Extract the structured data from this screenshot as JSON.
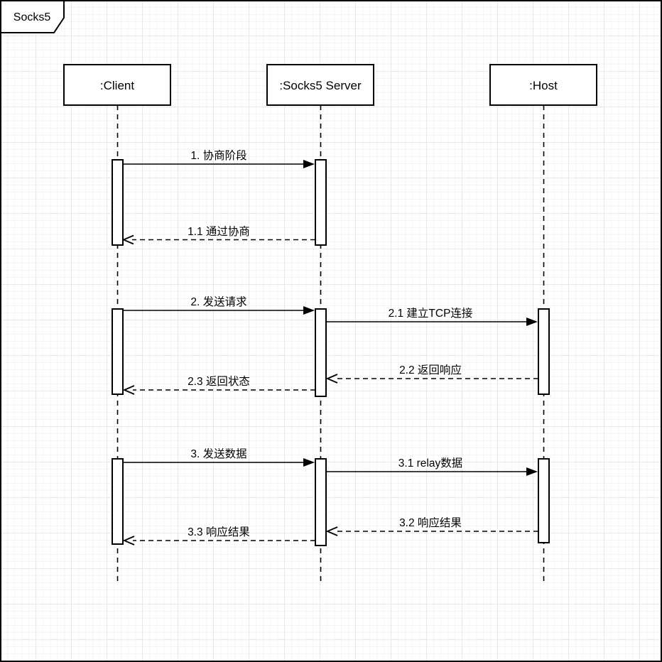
{
  "diagram": {
    "kind": "uml-sequence-diagram",
    "frame_title": "Socks5"
  },
  "lifelines": [
    {
      "label": ":Client"
    },
    {
      "label": ":Socks5 Server"
    },
    {
      "label": ":Host"
    }
  ],
  "messages": [
    {
      "seq": "1",
      "label": "1. 协商阶段",
      "from": ":Client",
      "to": ":Socks5 Server",
      "style": "solid-sync"
    },
    {
      "seq": "1.1",
      "label": "1.1 通过协商",
      "from": ":Socks5 Server",
      "to": ":Client",
      "style": "dashed-return"
    },
    {
      "seq": "2",
      "label": "2. 发送请求",
      "from": ":Client",
      "to": ":Socks5 Server",
      "style": "solid-sync"
    },
    {
      "seq": "2.1",
      "label": "2.1 建立TCP连接",
      "from": ":Socks5 Server",
      "to": ":Host",
      "style": "solid-sync"
    },
    {
      "seq": "2.2",
      "label": "2.2 返回响应",
      "from": ":Host",
      "to": ":Socks5 Server",
      "style": "dashed-return"
    },
    {
      "seq": "2.3",
      "label": "2.3 返回状态",
      "from": ":Socks5 Server",
      "to": ":Client",
      "style": "dashed-return"
    },
    {
      "seq": "3",
      "label": "3. 发送数据",
      "from": ":Client",
      "to": ":Socks5 Server",
      "style": "solid-sync"
    },
    {
      "seq": "3.1",
      "label": "3.1 relay数据",
      "from": ":Socks5 Server",
      "to": ":Host",
      "style": "solid-sync"
    },
    {
      "seq": "3.2",
      "label": "3.2 响应结果",
      "from": ":Host",
      "to": ":Socks5 Server",
      "style": "dashed-return"
    },
    {
      "seq": "3.3",
      "label": "3.3 响应结果",
      "from": ":Socks5 Server",
      "to": ":Client",
      "style": "dashed-return"
    }
  ],
  "colors": {
    "stroke": "#000000",
    "shape_fill": "#ffffff",
    "grid_minor": "#f5f5f5",
    "grid_major": "#e8e8e8"
  }
}
